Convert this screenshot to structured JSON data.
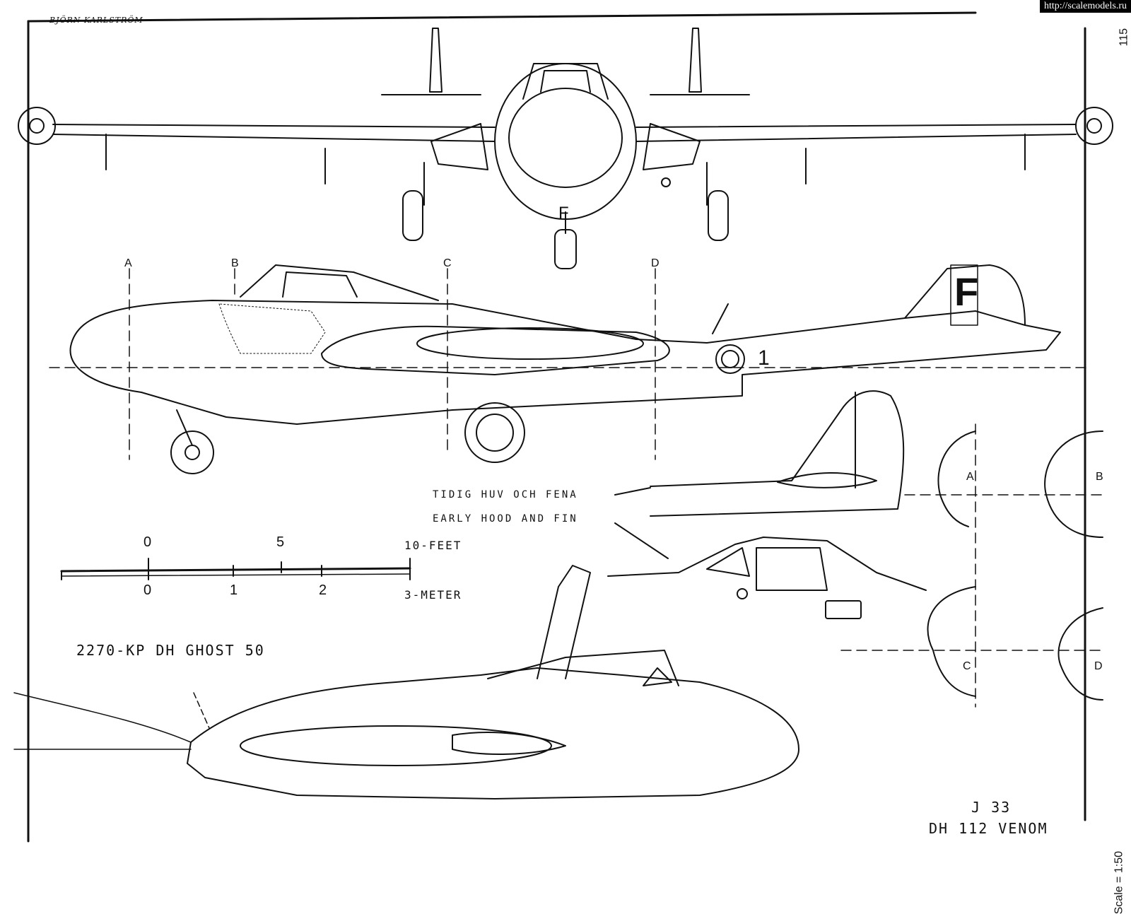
{
  "watermark": "http://scalemodels.ru",
  "page_number": "115",
  "signature": "BJÖRN KARLSTRÖM",
  "scale": "Scale = 1:50",
  "sections": [
    "A",
    "B",
    "C",
    "D"
  ],
  "notes": {
    "swedish": "TIDIG HUV OCH FENA",
    "english": "EARLY HOOD AND FIN",
    "engine": "2270-KP DH GHOST 50"
  },
  "title": {
    "designation": "J 33",
    "name": "DH 112 VENOM"
  },
  "scale_bar": {
    "feet_ticks": [
      "0",
      "5",
      "10-FEET"
    ],
    "meter_ticks": [
      "0",
      "1",
      "2",
      "3-METER"
    ]
  },
  "markings": {
    "tail_letter": "F",
    "nose_letter": "F",
    "fuselage_number": "1"
  }
}
